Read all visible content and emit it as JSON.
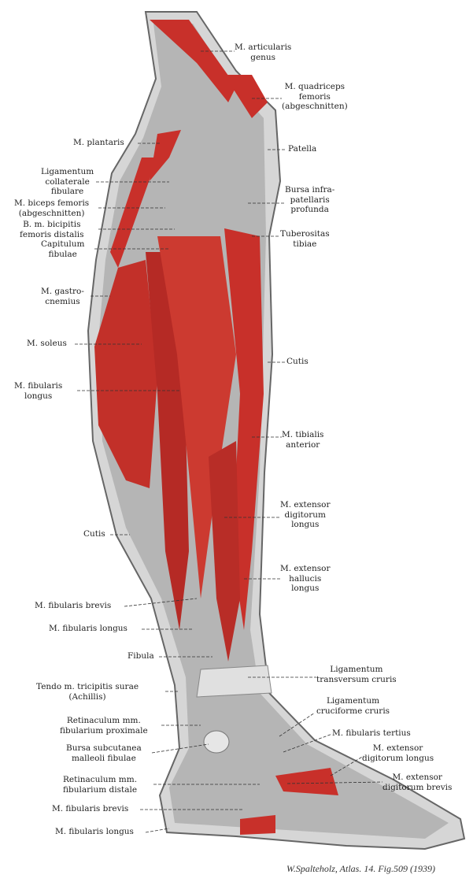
{
  "figure": {
    "caption": "W.Spalteholz, Atlas. 14. Fig.509 (1939)",
    "colors": {
      "muscle": "#c8302a",
      "tissue": "#b9b9b9",
      "skin": "#d9d9d9"
    },
    "labels_right": [
      {
        "lines": [
          "M. articularis",
          "genus"
        ]
      },
      {
        "lines": [
          "M. quadriceps",
          "femoris",
          "(abgeschnitten)"
        ]
      },
      {
        "lines": [
          "Patella"
        ]
      },
      {
        "lines": [
          "Bursa infra-",
          "patellaris",
          "profunda"
        ]
      },
      {
        "lines": [
          "Tuberositas",
          "tibiae"
        ]
      },
      {
        "lines": [
          "Cutis"
        ]
      },
      {
        "lines": [
          "M. tibialis",
          "anterior"
        ]
      },
      {
        "lines": [
          "M. extensor",
          "digitorum",
          "longus"
        ]
      },
      {
        "lines": [
          "M. extensor",
          "hallucis",
          "longus"
        ]
      },
      {
        "lines": [
          "Ligamentum",
          "transversum cruris"
        ]
      },
      {
        "lines": [
          "Ligamentum",
          "cruciforme cruris"
        ]
      },
      {
        "lines": [
          "M. fibularis tertius"
        ]
      },
      {
        "lines": [
          "M. extensor",
          "digitorum longus"
        ]
      },
      {
        "lines": [
          "M. extensor",
          "digitorum brevis"
        ]
      }
    ],
    "labels_left": [
      {
        "lines": [
          "M. plantaris"
        ]
      },
      {
        "lines": [
          "Ligamentum",
          "collaterale",
          "fibulare"
        ]
      },
      {
        "lines": [
          "M. biceps femoris",
          "(abgeschnitten)"
        ]
      },
      {
        "lines": [
          "B. m. bicipitis",
          "femoris distalis"
        ]
      },
      {
        "lines": [
          "Capitulum",
          "fibulae"
        ]
      },
      {
        "lines": [
          "M. gastro-",
          "cnemius"
        ]
      },
      {
        "lines": [
          "M. soleus"
        ]
      },
      {
        "lines": [
          "M. fibularis",
          "longus"
        ]
      },
      {
        "lines": [
          "Cutis"
        ]
      },
      {
        "lines": [
          "M. fibularis brevis"
        ]
      },
      {
        "lines": [
          "M. fibularis longus"
        ]
      },
      {
        "lines": [
          "Fibula"
        ]
      },
      {
        "lines": [
          "Tendo m. tricipitis surae",
          "(Achillis)"
        ]
      },
      {
        "lines": [
          "Retinaculum mm.",
          "fibularium proximale"
        ]
      },
      {
        "lines": [
          "Bursa subcutanea",
          "malleoli fibulae"
        ]
      },
      {
        "lines": [
          "Retinaculum mm.",
          "fibularium distale"
        ]
      },
      {
        "lines": [
          "M. fibularis brevis"
        ]
      },
      {
        "lines": [
          "M. fibularis longus"
        ]
      }
    ]
  }
}
